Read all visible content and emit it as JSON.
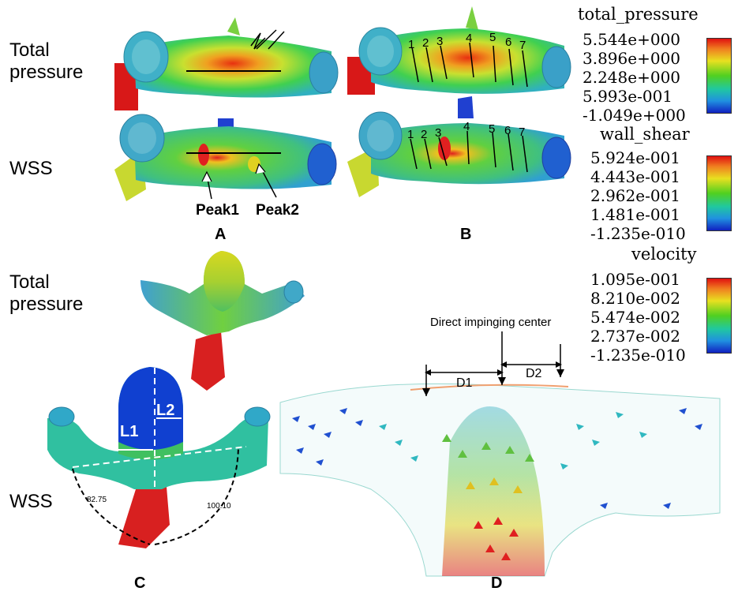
{
  "row_labels": {
    "a_total": [
      "Total",
      "pressure"
    ],
    "a_wss": "WSS",
    "c_total": [
      "Total",
      "pressure"
    ],
    "c_wss": "WSS"
  },
  "panels": {
    "a": "A",
    "b": "B",
    "c": "C",
    "d": "D"
  },
  "annotations": {
    "peak1": "Peak1",
    "peak2": "Peak2",
    "section_numbers": [
      "1",
      "2",
      "3",
      "4",
      "5",
      "6",
      "7"
    ],
    "l1": "L1",
    "l2": "L2",
    "angle_left": "82.75",
    "angle_right": "100.10",
    "impinging": "Direct impinging center",
    "d1": "D1",
    "d2": "D2"
  },
  "colorbars": [
    {
      "title": "total_pressure",
      "values": [
        "5.544e+000",
        "3.896e+000",
        "2.248e+000",
        "5.993e-001",
        "-1.049e+000"
      ]
    },
    {
      "title": "wall_shear",
      "values": [
        "5.924e-001",
        "4.443e-001",
        "2.962e-001",
        "1.481e-001",
        "-1.235e-010"
      ]
    },
    {
      "title": "velocity",
      "values": [
        "1.095e-001",
        "8.210e-002",
        "5.474e-002",
        "2.737e-002",
        "-1.235e-010"
      ]
    }
  ],
  "colors": {
    "high": "#e01010",
    "mid": "#50d020",
    "low": "#1020c0"
  }
}
